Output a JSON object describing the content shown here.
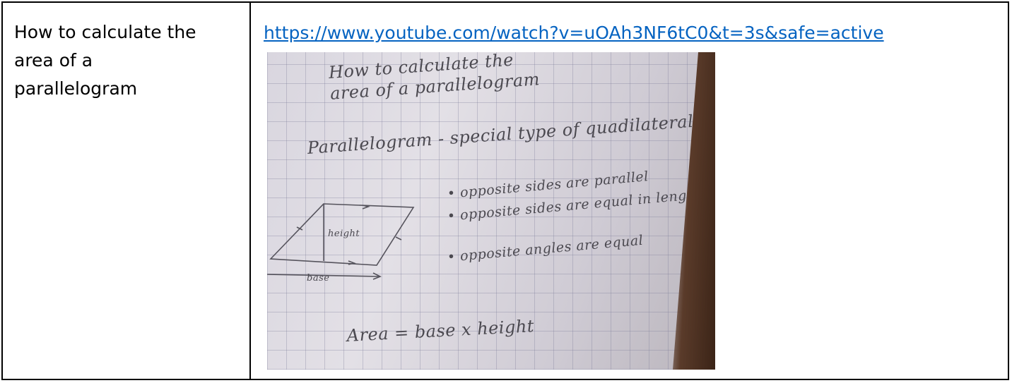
{
  "row": {
    "topic": "How to calculate the area of a parallelogram",
    "link": "https://www.youtube.com/watch?v=uOAh3NF6tC0&t=3s&safe=active"
  },
  "notes": {
    "title_line1": "How to calculate the",
    "title_line2": "area of a parallelogram",
    "definition": "Parallelogram - special type of quadilateral",
    "properties": [
      "• opposite sides are parallel",
      "• opposite sides are equal in length",
      "• opposite angles are equal"
    ],
    "height_label": "height",
    "base_label": "base",
    "formula": "Area = base x height"
  }
}
